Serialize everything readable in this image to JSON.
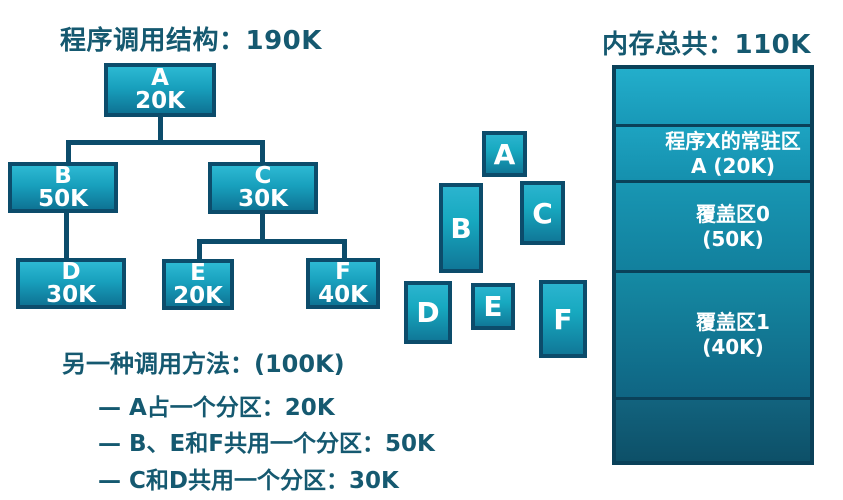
{
  "colors": {
    "accent_text": "#155970",
    "box_border": "#0c4c6b",
    "box_fill_top": "#2db9d3",
    "box_fill_bottom": "#0e7394",
    "memory_border": "#0a4159",
    "label_text": "#ffffff",
    "background": "#ffffff"
  },
  "left_panel": {
    "title": "程序调用结构：190K"
  },
  "right_panel": {
    "title": "内存总共：110K"
  },
  "call_tree": {
    "nodes": [
      {
        "name": "A",
        "size": "20K"
      },
      {
        "name": "B",
        "size": "50K"
      },
      {
        "name": "C",
        "size": "30K"
      },
      {
        "name": "D",
        "size": "30K"
      },
      {
        "name": "E",
        "size": "20K"
      },
      {
        "name": "F",
        "size": "40K"
      }
    ]
  },
  "partition_blocks": {
    "labels": [
      "A",
      "B",
      "C",
      "D",
      "E",
      "F"
    ]
  },
  "memory_map": {
    "sections": [
      {
        "line1": "",
        "line2": ""
      },
      {
        "line1": "程序X的常驻区",
        "line2": "A (20K)"
      },
      {
        "line1": "覆盖区0",
        "line2": "(50K)"
      },
      {
        "line1": "覆盖区1",
        "line2": "(40K)"
      },
      {
        "line1": "",
        "line2": ""
      }
    ]
  },
  "alt_method": {
    "title": "另一种调用方法：(100K)",
    "items": [
      "— A占一个分区：20K",
      "— B、E和F共用一个分区：50K",
      "— C和D共用一个分区：30K"
    ]
  }
}
